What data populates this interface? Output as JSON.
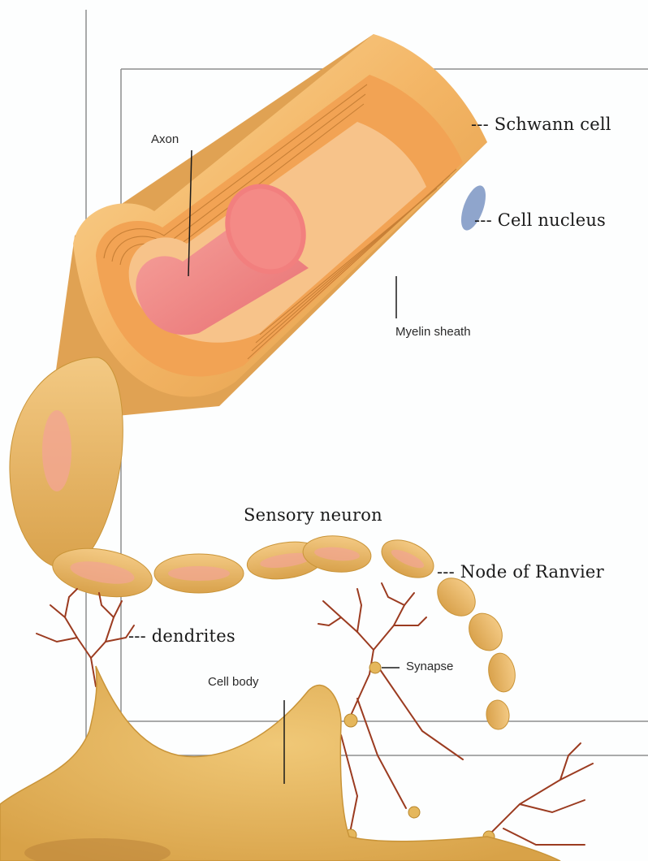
{
  "labels": {
    "schwann_cell": "--- Schwann cell",
    "axon": "Axon",
    "cell_nucleus": "--- Cell nucleus",
    "myelin_sheath": "Myelin sheath",
    "sensory_neuron": "Sensory neuron",
    "node_of_ranvier": "--- Node of Ranvier",
    "dendrites": "--- dendrites",
    "cell_body": "Cell body",
    "synapse": "Synapse"
  },
  "colors": {
    "myelin": "#f2b262",
    "myelin_light": "#f9d28f",
    "myelin_dark": "#d98f3a",
    "neuron": "#e6b65a",
    "neuron_dark": "#c99438",
    "axon_core": "#ee7b7b",
    "axon_light": "#f59a95",
    "nucleus": "#8fa5cc",
    "dendrite": "#9b3b20",
    "frame": "#8a8a8a"
  }
}
